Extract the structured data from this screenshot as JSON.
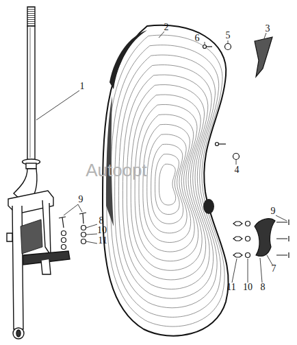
{
  "diagram": {
    "labels": [
      "1",
      "2",
      "6",
      "5",
      "3",
      "4",
      "9",
      "8",
      "10",
      "11",
      "9",
      "7",
      "8",
      "10",
      "11",
      "Autoopt"
    ]
  }
}
